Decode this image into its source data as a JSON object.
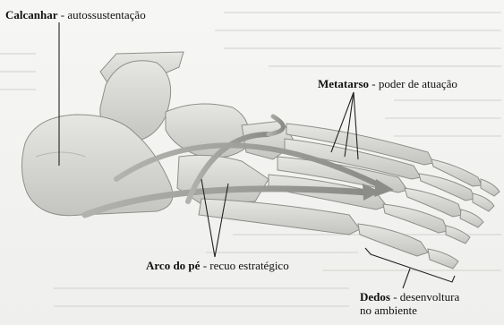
{
  "figure": {
    "labels": {
      "calcanhar": {
        "term": "Calcanhar",
        "separator": " - ",
        "description": "autossustentação"
      },
      "metatarso": {
        "term": "Metatarso",
        "separator": " - ",
        "description": "poder de atuação"
      },
      "arco": {
        "term": "Arco do pé",
        "separator": " - ",
        "description": "recuo estratégico"
      },
      "dedos": {
        "term": "Dedos",
        "separator": " - ",
        "description_line1": "desenvoltura",
        "description_line2": "no ambiente"
      }
    },
    "colors": {
      "bone": "#d9d9d6",
      "bone_shadow": "#a9a9a5",
      "arrow": "#8f8f8c",
      "leader": "#222222"
    }
  }
}
